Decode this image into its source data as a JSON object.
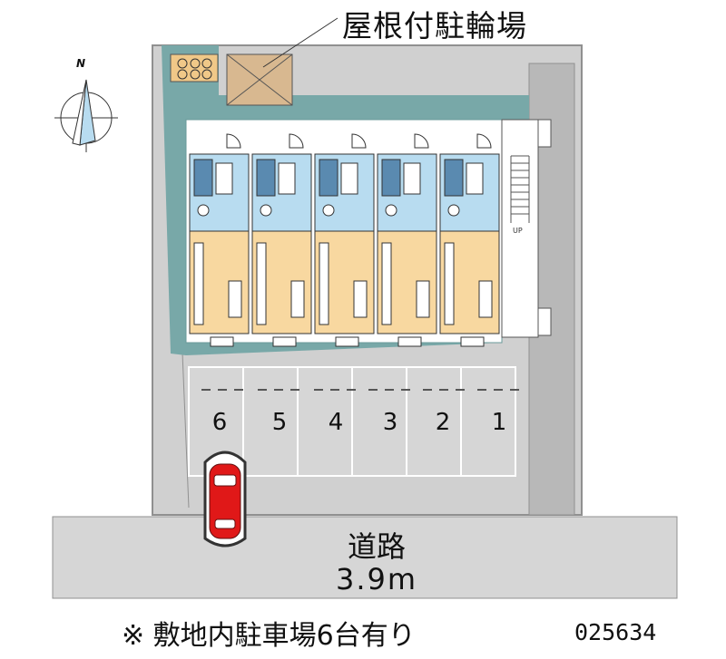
{
  "labels": {
    "bike_parking": "屋根付駐輪場",
    "road_name": "道路",
    "road_width": "3.9m",
    "footer_note": "※ 敷地内駐車場6台有り",
    "ref_code": "025634",
    "stair_up": "UP",
    "compass_north": "N"
  },
  "parking": {
    "spots": [
      "6",
      "5",
      "4",
      "3",
      "2",
      "1"
    ]
  },
  "colors": {
    "site_gray": "#cfcfcf",
    "building_teal": "#78a8a8",
    "wet_area_blue": "#b8dcf0",
    "room_tan": "#f8d8a0",
    "car_red": "#e01818"
  }
}
